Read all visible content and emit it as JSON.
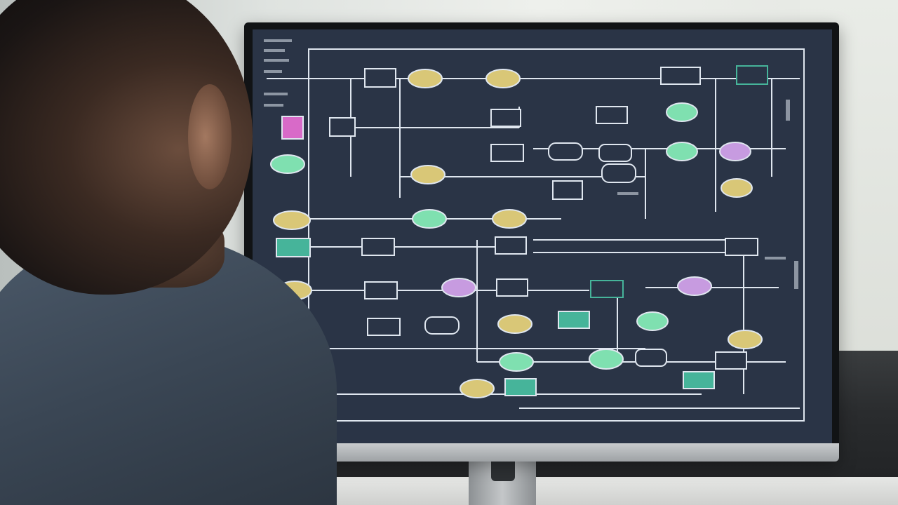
{
  "scene": {
    "description_kind": "photo",
    "monitor": {
      "screen_background": "#2a3446",
      "line_color": "#dfe6ef",
      "node_colors": {
        "green": "#7fe0b0",
        "yellow": "#d9c777",
        "purple": "#c79be0",
        "teal_box": "#46b49a",
        "magenta_box": "#d86ac8"
      }
    },
    "diagram_nodes": [
      {
        "id": "n1",
        "shape": "oval",
        "color": "yellow"
      },
      {
        "id": "n2",
        "shape": "oval",
        "color": "yellow"
      },
      {
        "id": "n3",
        "shape": "box",
        "color": "outline"
      },
      {
        "id": "n4",
        "shape": "oval",
        "color": "green"
      },
      {
        "id": "n5",
        "shape": "oval",
        "color": "purple"
      },
      {
        "id": "n6",
        "shape": "oval",
        "color": "green"
      },
      {
        "id": "n7",
        "shape": "oval",
        "color": "yellow"
      },
      {
        "id": "n8",
        "shape": "oval",
        "color": "green"
      },
      {
        "id": "n9",
        "shape": "oval",
        "color": "yellow"
      },
      {
        "id": "n10",
        "shape": "box",
        "color": "teal_box"
      },
      {
        "id": "n11",
        "shape": "oval",
        "color": "purple"
      },
      {
        "id": "n12",
        "shape": "oval",
        "color": "green"
      },
      {
        "id": "n13",
        "shape": "oval",
        "color": "yellow"
      },
      {
        "id": "n14",
        "shape": "box",
        "color": "teal_box"
      },
      {
        "id": "n15",
        "shape": "box",
        "color": "magenta_box"
      }
    ]
  }
}
